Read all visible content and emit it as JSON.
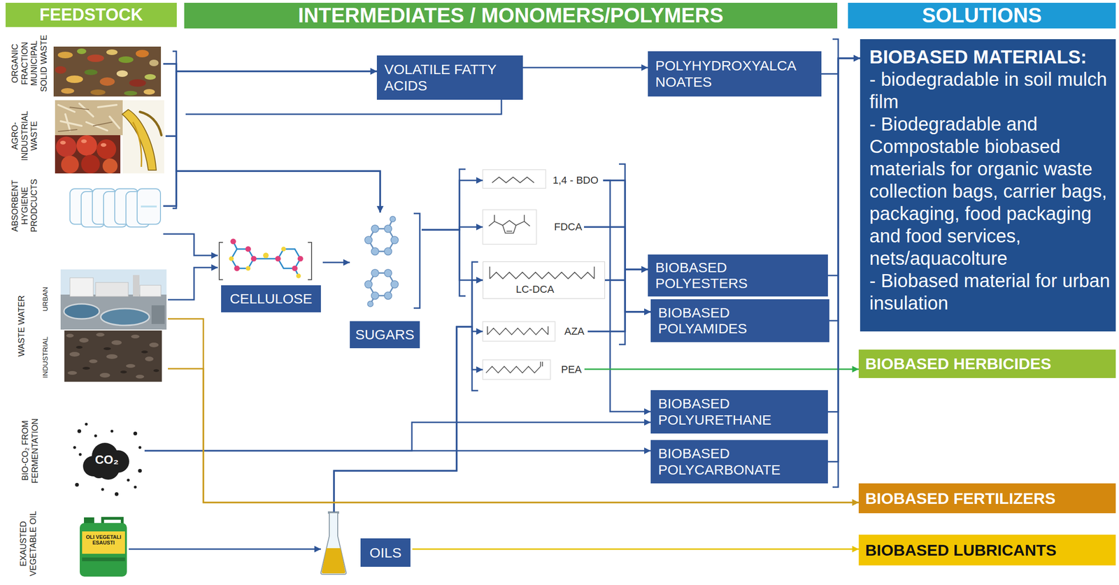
{
  "diagram": {
    "nodes": [
      {
        "text": [
          "FEEDSTOCK"
        ]
      },
      {
        "text": [
          "INTERMEDIATES / MONOMERS/POLYMERS"
        ]
      },
      {
        "text": [
          "SOLUTIONS"
        ]
      },
      {
        "text": [
          "ORGANIC FRACTION MUNICIPAL SOLID WASTE"
        ]
      },
      {
        "text": [
          "AGRO-INDUSTRIAL WASTE"
        ]
      },
      {
        "text": [
          "ABSORBENT HYGIENE PRODCUCTS"
        ]
      },
      {
        "text": [
          "WASTE WATER"
        ]
      },
      {
        "text": [
          "URBAN"
        ],
        "in": 6
      },
      {
        "text": [
          "INDUSTRIAL"
        ],
        "in": 6
      },
      {
        "text": [
          "BIO-CO₂ FROM FERMENTATION"
        ]
      },
      {
        "text": [
          "EXAUSTED VEGETABLE OIL"
        ]
      },
      {
        "text": [
          "VOLATILE FATTY ACIDS"
        ]
      },
      {
        "text": [
          "POLYHYDROXYALCA NOATES"
        ]
      },
      {
        "text": [
          "CELLULOSE"
        ]
      },
      {
        "text": [
          "SUGARS"
        ]
      },
      {
        "text": [
          "1,4 - BDO"
        ]
      },
      {
        "text": [
          "FDCA"
        ]
      },
      {
        "text": [
          "LC-DCA"
        ]
      },
      {
        "text": [
          "AZA"
        ]
      },
      {
        "text": [
          "PEA"
        ]
      },
      {
        "text": [
          "BIOBASED POLYESTERS"
        ]
      },
      {
        "text": [
          "BIOBASED POLYAMIDES"
        ]
      },
      {
        "text": [
          "BIOBASED POLYURETHANE"
        ]
      },
      {
        "text": [
          "BIOBASED POLYCARBONATE"
        ]
      },
      {
        "text": [
          "OILS"
        ]
      },
      {
        "text": [
          "BIOBASED MATERIALS:",
          "- biodegradable in soil mulch film",
          "- Biodegradable and Compostable biobased materials for organic waste collection bags, carrier bags, packaging, food packaging and food services, nets/aquacolture",
          "- Biobased material for urban insulation"
        ]
      },
      {
        "text": [
          "BIOBASED HERBICIDES"
        ]
      },
      {
        "text": [
          "BIOBASED FERTILIZERS"
        ]
      },
      {
        "text": [
          "BIOBASED LUBRICANTS"
        ]
      }
    ],
    "edges": [
      {
        "from": 3,
        "to": 11,
        "arrow": "to"
      },
      {
        "from": 4,
        "to": 11,
        "arrow": "to"
      },
      {
        "from": 5,
        "to": 11,
        "arrow": "to"
      },
      {
        "from": 3,
        "to": 14,
        "arrow": "to"
      },
      {
        "from": 4,
        "to": 14,
        "arrow": "to"
      },
      {
        "from": 5,
        "to": 14,
        "arrow": "to"
      },
      {
        "from": 5,
        "to": 13,
        "arrow": "to"
      },
      {
        "from": 7,
        "to": 13,
        "arrow": "to"
      },
      {
        "from": 11,
        "to": 12,
        "arrow": "to"
      },
      {
        "from": 13,
        "to": 14,
        "arrow": "to"
      },
      {
        "from": 14,
        "to": 15,
        "arrow": "to"
      },
      {
        "from": 14,
        "to": 16,
        "arrow": "to"
      },
      {
        "from": 14,
        "to": 17,
        "arrow": "to"
      },
      {
        "from": 24,
        "to": 17,
        "arrow": "to"
      },
      {
        "from": 24,
        "to": 18,
        "arrow": "to"
      },
      {
        "from": 24,
        "to": 19,
        "arrow": "to"
      },
      {
        "from": 15,
        "to": 20,
        "arrow": "to"
      },
      {
        "from": 16,
        "to": 20,
        "arrow": "to"
      },
      {
        "from": 17,
        "to": 20,
        "arrow": "to"
      },
      {
        "from": 18,
        "to": 20,
        "arrow": "to"
      },
      {
        "from": 15,
        "to": 21,
        "arrow": "to"
      },
      {
        "from": 16,
        "to": 21,
        "arrow": "to"
      },
      {
        "from": 17,
        "to": 21,
        "arrow": "to"
      },
      {
        "from": 18,
        "to": 21,
        "arrow": "to"
      },
      {
        "from": 15,
        "to": 22,
        "arrow": "to"
      },
      {
        "from": 9,
        "to": 22,
        "arrow": "to"
      },
      {
        "from": 9,
        "to": 23,
        "arrow": "to"
      },
      {
        "from": 19,
        "to": 26,
        "arrow": "to"
      },
      {
        "from": 7,
        "to": 27,
        "arrow": "to"
      },
      {
        "from": 8,
        "to": 27,
        "arrow": "to"
      },
      {
        "from": 10,
        "to": 24,
        "arrow": "to"
      },
      {
        "from": 24,
        "to": 28,
        "arrow": "to"
      },
      {
        "from": 12,
        "to": 25,
        "arrow": "to"
      },
      {
        "from": 20,
        "to": 25,
        "arrow": "to"
      },
      {
        "from": 21,
        "to": 25,
        "arrow": "to"
      },
      {
        "from": 22,
        "to": 25,
        "arrow": "to"
      },
      {
        "from": 23,
        "to": 25,
        "arrow": "to"
      }
    ],
    "labels": [
      "CO₂",
      "OLI VEGETALI ESAUSTI"
    ]
  }
}
